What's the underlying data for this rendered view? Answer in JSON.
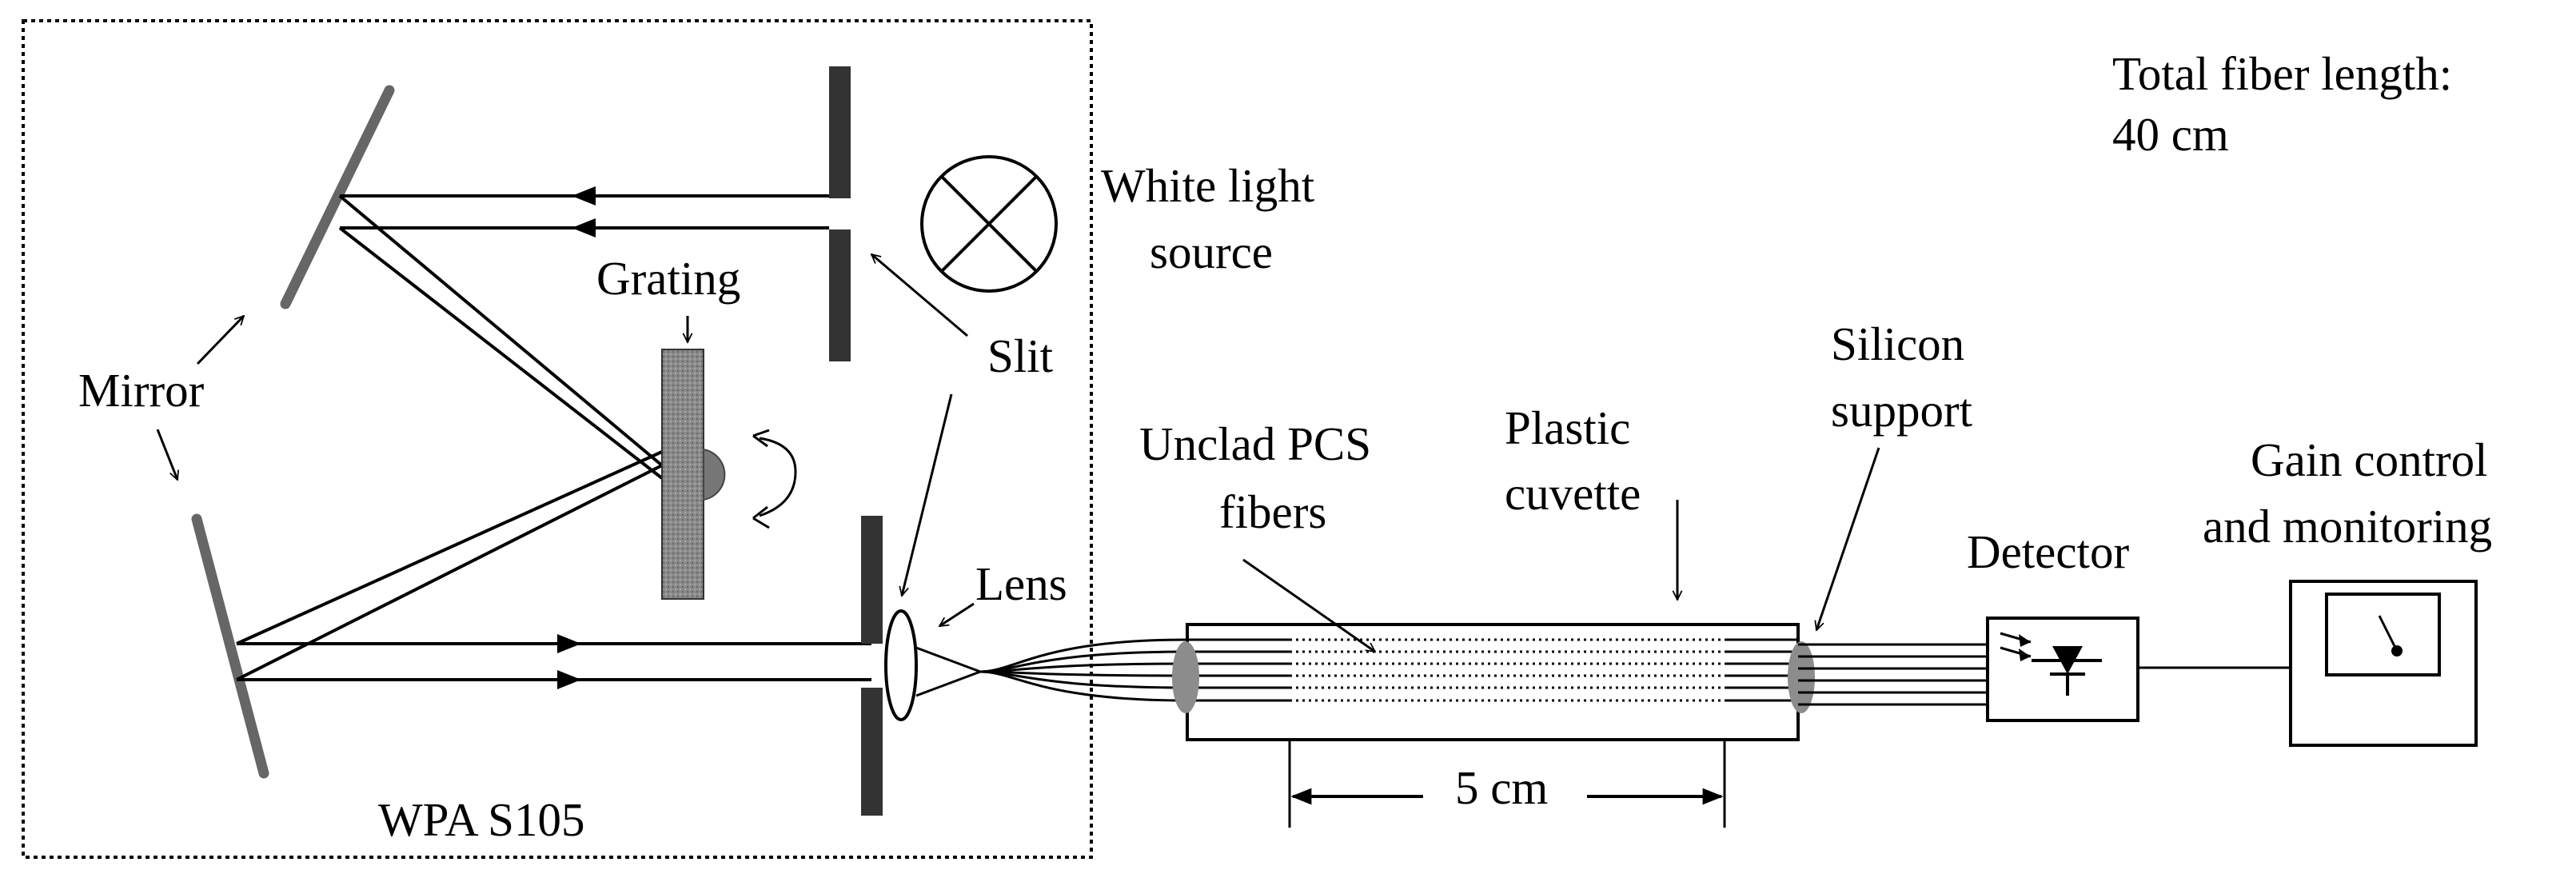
{
  "labels": {
    "total_fiber_line1": "Total fiber length:",
    "total_fiber_line2": "40 cm",
    "white_light_line1": "White light",
    "white_light_line2": "source",
    "grating": "Grating",
    "mirror": "Mirror",
    "slit": "Slit",
    "lens": "Lens",
    "unclad_line1": "Unclad PCS",
    "unclad_line2": "fibers",
    "plastic_line1": "Plastic",
    "plastic_line2": "cuvette",
    "silicon_line1": "Silicon",
    "silicon_line2": "support",
    "detector": "Detector",
    "gain_line1": "Gain control",
    "gain_line2": "and monitoring",
    "dimension": "5 cm",
    "instrument": "WPA S105"
  },
  "colors": {
    "line": "#000000",
    "mirror": "#666666",
    "slit": "#333333",
    "grating": "#808080",
    "lens_support": "#8c8c8c"
  }
}
